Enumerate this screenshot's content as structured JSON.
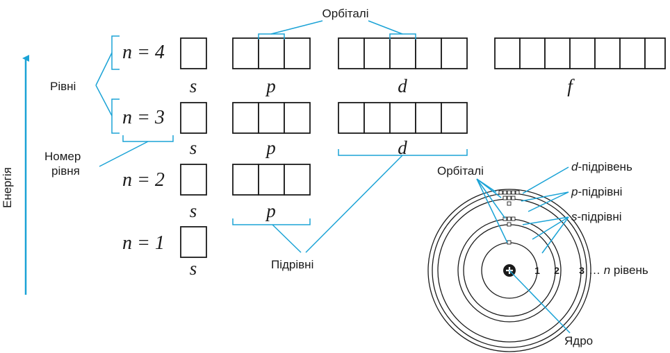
{
  "labels": {
    "orbitals_top": "Орбіталі",
    "levels": "Рівні",
    "level_number": [
      "Номер",
      "рівня"
    ],
    "energy": "Енергія",
    "sublevels": "Підрівні",
    "orbitals_atom": "Орбіталі",
    "d_sub_prefix": "d",
    "d_sub_suffix": "-підрівень",
    "p_sub_prefix": "p",
    "p_sub_suffix": "-підрівні",
    "s_sub_prefix": "s",
    "s_sub_suffix": "-підрівні",
    "nucleus": "Ядро",
    "n_level_prefix": "… ",
    "n_level_italic": "n",
    "n_level_suffix": " рівень",
    "ring_numbers": [
      "1",
      "2",
      "3"
    ]
  },
  "levels": [
    {
      "label": "n = 4",
      "sublevels": [
        {
          "letter": "s",
          "orbitals": 1
        },
        {
          "letter": "p",
          "orbitals": 3
        },
        {
          "letter": "d",
          "orbitals": 5
        },
        {
          "letter": "f",
          "orbitals": 7
        }
      ]
    },
    {
      "label": "n = 3",
      "sublevels": [
        {
          "letter": "s",
          "orbitals": 1
        },
        {
          "letter": "p",
          "orbitals": 3
        },
        {
          "letter": "d",
          "orbitals": 5
        }
      ]
    },
    {
      "label": "n = 2",
      "sublevels": [
        {
          "letter": "s",
          "orbitals": 1
        },
        {
          "letter": "p",
          "orbitals": 3
        }
      ]
    },
    {
      "label": "n = 1",
      "sublevels": [
        {
          "letter": "s",
          "orbitals": 1
        }
      ]
    }
  ],
  "colors": {
    "accent": "#1ba3d6",
    "ink": "#1a1a1a"
  }
}
